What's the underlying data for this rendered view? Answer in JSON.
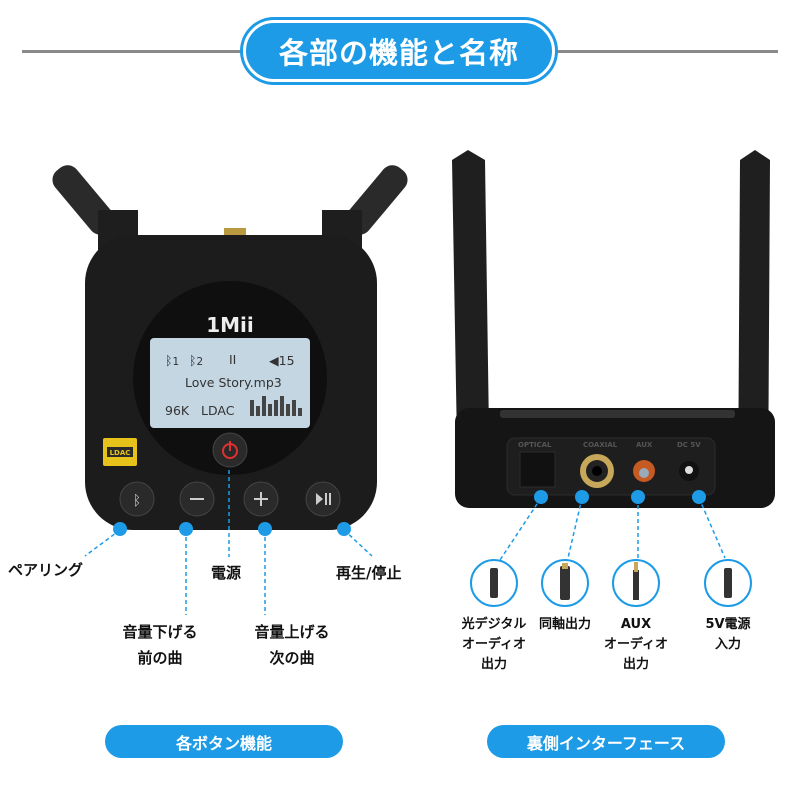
{
  "title": "各部の機能と名称",
  "front": {
    "brand": "1Mii",
    "badge": "LDAC",
    "lcd": {
      "bt1": "1",
      "bt2": "2",
      "pause": "II",
      "volume": "15",
      "track": "Love Story.mp3",
      "rate": "96K",
      "codec": "LDAC"
    },
    "labels": {
      "pairing": "ペアリング",
      "power": "電源",
      "play_pause": "再生/停止",
      "vol_down": "音量下げる",
      "prev": "前の曲",
      "vol_up": "音量上げる",
      "next": "次の曲"
    },
    "section_label": "各ボタン機能"
  },
  "back": {
    "ports": [
      "OPTICAL",
      "COAXIAL",
      "AUX",
      "DC 5V"
    ],
    "labels": {
      "optical": [
        "光デジタル",
        "オーディオ",
        "出力"
      ],
      "coaxial": [
        "同軸出力"
      ],
      "aux": [
        "AUX",
        "オーディオ",
        "出力"
      ],
      "dc": [
        "5V電源",
        "入力"
      ]
    },
    "section_label": "裏側インターフェース"
  },
  "colors": {
    "accent": "#1d9be6",
    "power": "#e03030",
    "badge": "#e6c21a"
  }
}
